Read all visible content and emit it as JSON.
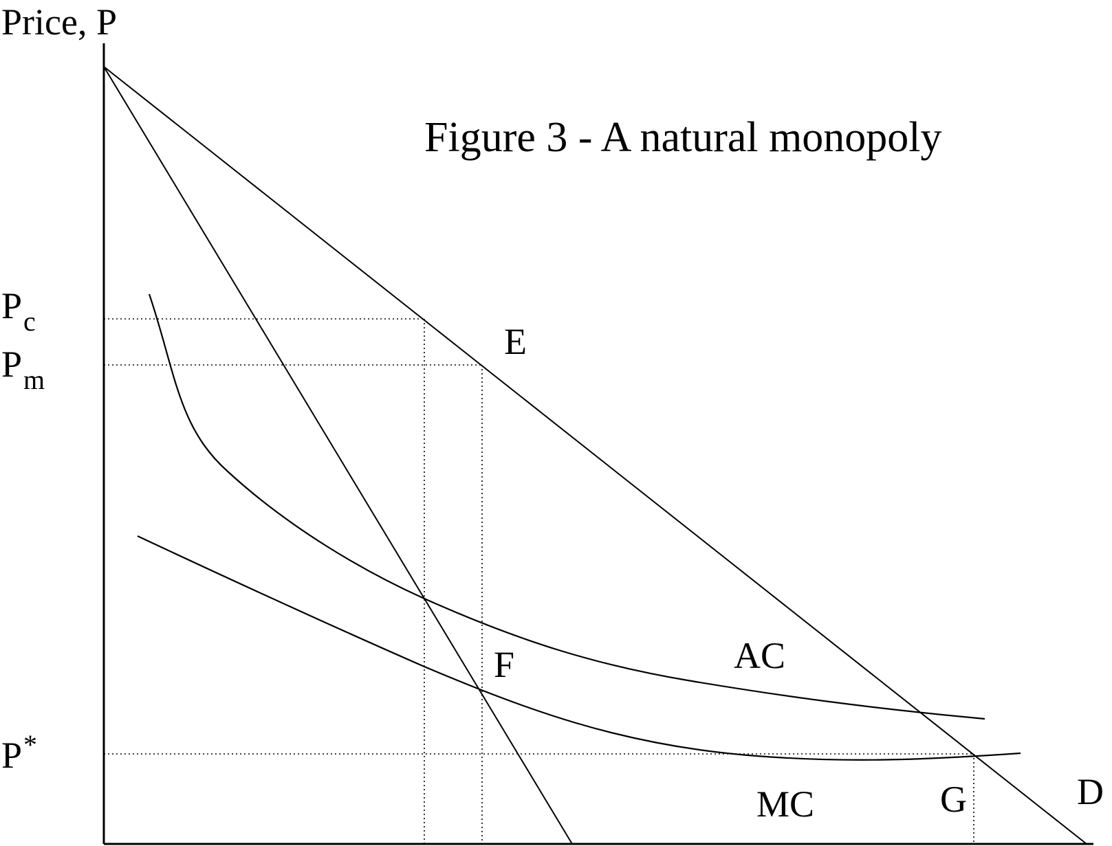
{
  "diagram": {
    "title": "Figure 3 - A natural monopoly",
    "y_axis_label": "Price, P",
    "price_labels": {
      "pc": {
        "main": "P",
        "sub": "c"
      },
      "pm": {
        "main": "P",
        "sub": "m"
      },
      "pstar": {
        "main": "P",
        "sup": "*"
      }
    },
    "point_labels": {
      "e": "E",
      "f": "F",
      "g": "G"
    },
    "curve_labels": {
      "ac": "AC",
      "mc": "MC",
      "d": "D"
    },
    "colors": {
      "stroke": "#000000",
      "background": "#ffffff"
    }
  }
}
